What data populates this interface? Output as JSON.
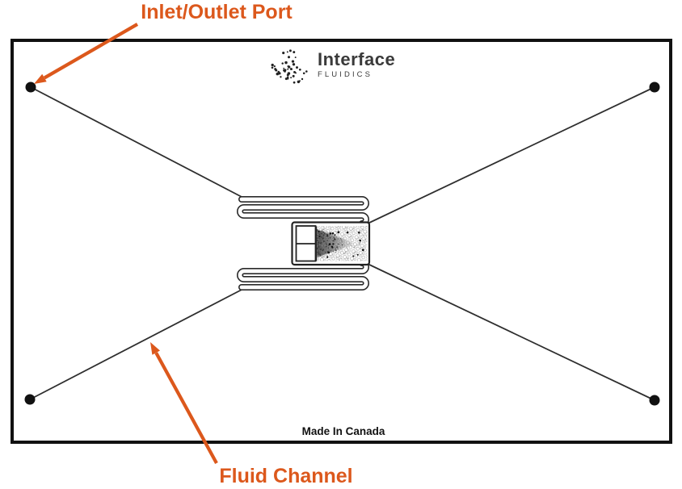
{
  "annotations": {
    "port_label": "Inlet/Outlet Port",
    "channel_label": "Fluid Channel"
  },
  "logo": {
    "brand": "Interface",
    "division": "FLUIDICS"
  },
  "footer": {
    "made_in": "Made In Canada"
  },
  "colors": {
    "accent": "#DC581C",
    "ink": "#111111",
    "line": "#2E2E2E",
    "logo_text": "#3A3A3A"
  },
  "diagram": {
    "type": "microfluidic-chip-schematic",
    "port_count": 4,
    "features": [
      "inlet-outlet-ports",
      "fluid-channels",
      "serpentine-channels",
      "porous-media-chamber"
    ]
  }
}
